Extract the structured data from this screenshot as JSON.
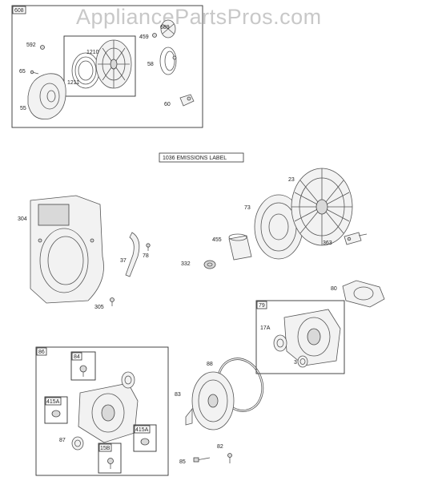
{
  "watermark": "AppliancePartsPros.com",
  "emissions_label": "1036 EMISSIONS LABEL",
  "boxes": {
    "b608": "608",
    "b79": "79",
    "b86": "86",
    "b84": "84",
    "b415a_left": "415A",
    "b415a_right": "415A",
    "b15b": "15B"
  },
  "parts": {
    "p592": "592",
    "p65": "65",
    "p55": "55",
    "p1210": "1210",
    "p1211": "1211",
    "p459": "459",
    "p689": "689",
    "p58": "58",
    "p60": "60",
    "p23": "23",
    "p73": "73",
    "p455": "455",
    "p363": "363",
    "p304": "304",
    "p37": "37",
    "p78": "78",
    "p332": "332",
    "p305": "305",
    "p80": "80",
    "p17a": "17A",
    "p3": "3",
    "p88": "88",
    "p83": "83",
    "p87": "87",
    "p82": "82",
    "p85": "85"
  }
}
